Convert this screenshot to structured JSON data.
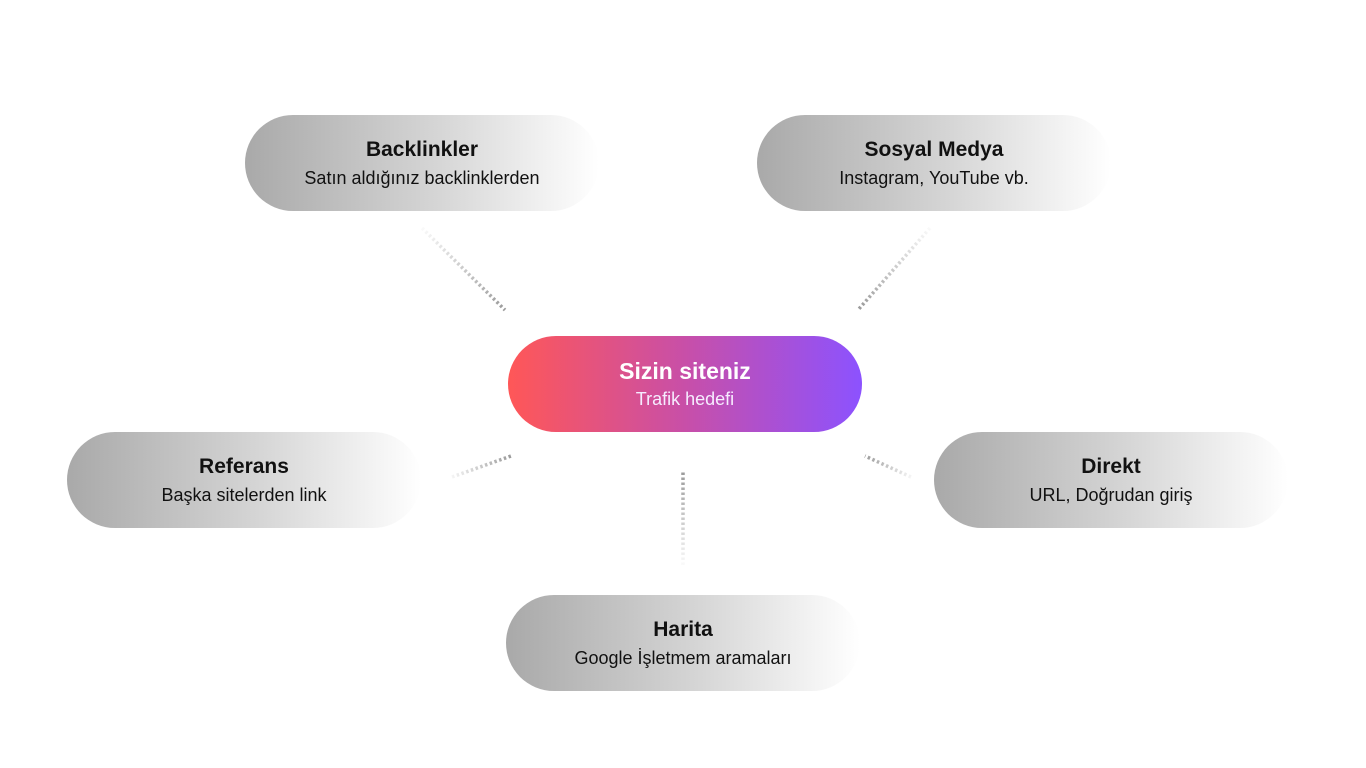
{
  "diagram": {
    "center": {
      "title": "Sizin siteniz",
      "subtitle": "Trafik hedefi",
      "colors": [
        "#ff5757",
        "#8c52ff"
      ]
    },
    "sources": [
      {
        "id": "backlinks",
        "title": "Backlinkler",
        "subtitle": "Satın aldığınız backlinklerden"
      },
      {
        "id": "social",
        "title": "Sosyal Medya",
        "subtitle": "Instagram, YouTube vb."
      },
      {
        "id": "referans",
        "title": "Referans",
        "subtitle": "Başka sitelerden link"
      },
      {
        "id": "direkt",
        "title": "Direkt",
        "subtitle": "URL, Doğrudan giriş"
      },
      {
        "id": "harita",
        "title": "Harita",
        "subtitle": "Google İşletmem aramaları"
      }
    ],
    "node_gradient": [
      "#a9a9a9",
      "#ffffff"
    ],
    "connector_color": "#9a9a9a"
  }
}
